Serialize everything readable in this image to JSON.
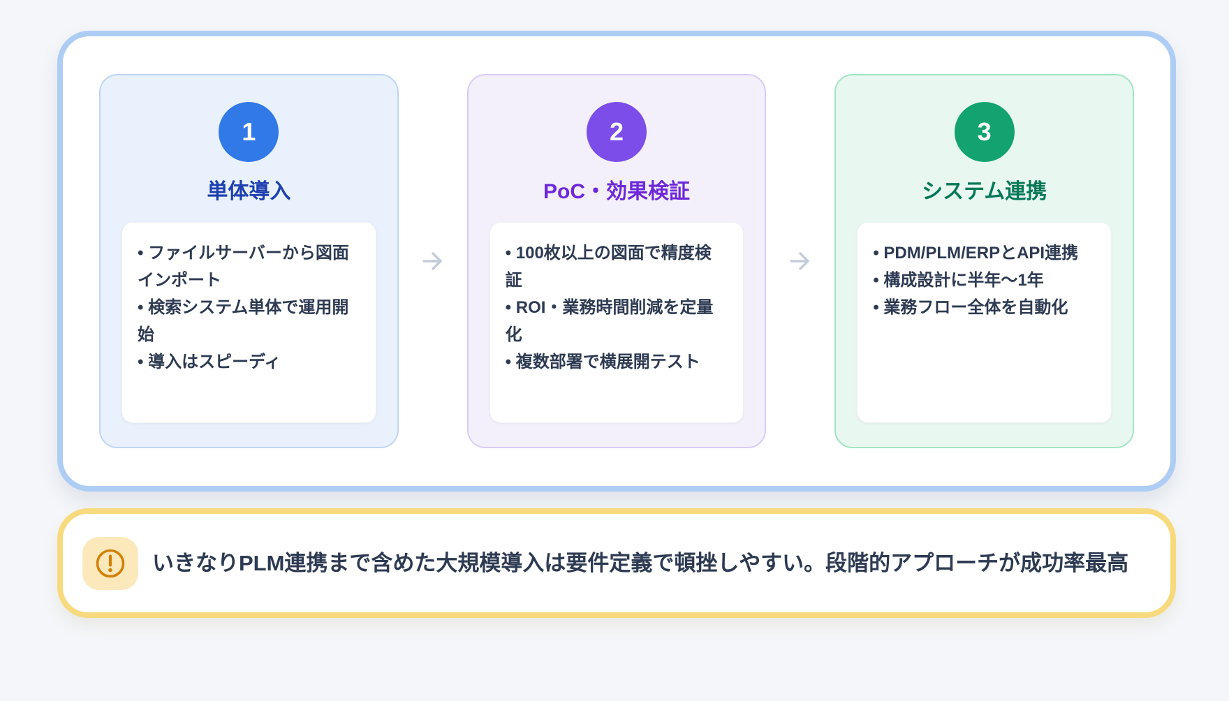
{
  "page": {
    "background": "#F4F6F9",
    "panel_border": "#AECDF5"
  },
  "roadmap": {
    "steps": [
      {
        "number": "1",
        "title": "単体導入",
        "accent": "#3279E8",
        "title_color": "#1E40AF",
        "bg": "#E9F1FC",
        "border": "#BFD5F2",
        "items": [
          "ファイルサーバーから図面インポート",
          "検索システム単体で運用開始",
          "導入はスピーディ"
        ]
      },
      {
        "number": "2",
        "title": "PoC・効果検証",
        "accent": "#7C4DE8",
        "title_color": "#6D28D9",
        "bg": "#F4F0FB",
        "border": "#D9CCF4",
        "items": [
          "100枚以上の図面で精度検証",
          "ROI・業務時間削減を定量化",
          "複数部署で横展開テスト"
        ]
      },
      {
        "number": "3",
        "title": "システム連携",
        "accent": "#12A371",
        "title_color": "#047857",
        "bg": "#E8F8F0",
        "border": "#A4E4C4",
        "items": [
          "PDM/PLM/ERPとAPI連携",
          "構成設計に半年〜1年",
          "業務フロー全体を自動化"
        ]
      }
    ],
    "separator_icon": "arrow-right",
    "separator_color": "#C4CCD9"
  },
  "note": {
    "icon": "alert-circle",
    "icon_color": "#D28008",
    "icon_bg": "#FBE9BC",
    "border_color": "#F8DA7E",
    "text": "いきなりPLM連携まで含めた大規模導入は要件定義で頓挫しやすい。段階的アプローチが成功率最高"
  }
}
